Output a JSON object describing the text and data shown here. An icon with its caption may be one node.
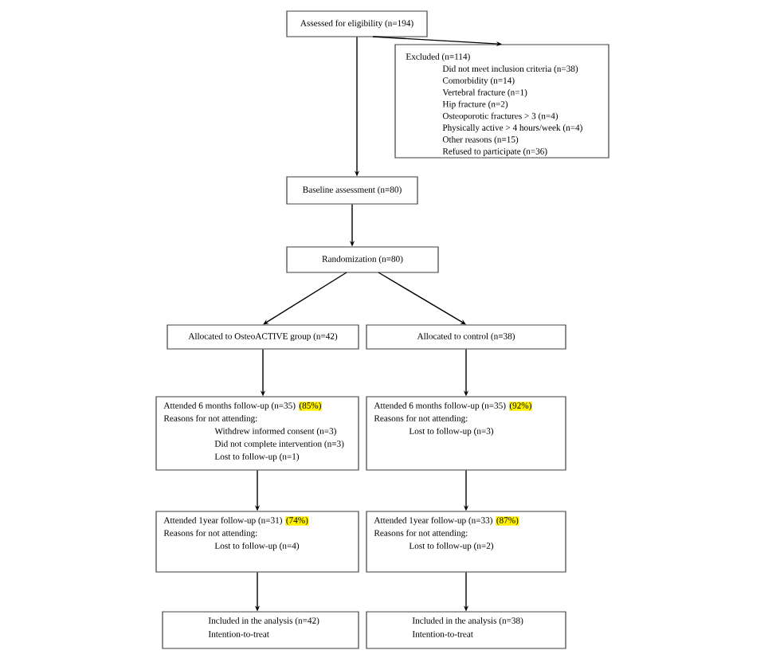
{
  "diagram": {
    "nodes": [
      {
        "text": [
          "Assessed for eligibility (n=194)"
        ]
      },
      {
        "text": [
          "Excluded (n=114)",
          "Did not meet inclusion criteria (n=38)",
          "Comorbidity (n=14)",
          "Vertebral fracture (n=1)",
          "Hip fracture (n=2)",
          "Osteoporotic fractures > 3 (n=4)",
          "Physically active > 4 hours/week (n=4)",
          "Other reasons (n=15)",
          "Refused to participate (n=36)"
        ]
      },
      {
        "text": [
          "Baseline assessment (n=80)"
        ]
      },
      {
        "text": [
          "Randomization (n=80)"
        ]
      },
      {
        "text": [
          "Allocated to OsteoACTIVE group (n=42)"
        ]
      },
      {
        "text": [
          "Allocated to control (n=38)"
        ]
      },
      {
        "text": [
          "Attended 6 months follow-up (n=35)",
          "(85%)",
          "Reasons for not attending:",
          "Withdrew informed consent (n=3)",
          "Did not complete intervention (n=3)",
          "Lost to follow-up (n=1)"
        ]
      },
      {
        "text": [
          "Attended 6 months follow-up (n=35)",
          "(92%)",
          "Reasons for not attending:",
          "Lost to follow-up (n=3)"
        ]
      },
      {
        "text": [
          "Attended 1year follow-up (n=31)",
          "(74%)",
          "Reasons for not attending:",
          "Lost to follow-up (n=4)"
        ]
      },
      {
        "text": [
          "Attended 1year follow-up (n=33)",
          "(87%)",
          "Reasons for not attending:",
          "Lost to follow-up (n=2)"
        ]
      },
      {
        "text": [
          "Included in the analysis (n=42)",
          "Intention-to-treat"
        ]
      },
      {
        "text": [
          "Included in the analysis (n=38)",
          "Intention-to-treat"
        ]
      }
    ],
    "edges": [
      {
        "from": 0,
        "to": 2,
        "arrow": "to"
      },
      {
        "from": 0,
        "to": 1,
        "arrow": "to"
      },
      {
        "from": 2,
        "to": 3,
        "arrow": "to"
      },
      {
        "from": 3,
        "to": 4,
        "arrow": "to"
      },
      {
        "from": 3,
        "to": 5,
        "arrow": "to"
      },
      {
        "from": 4,
        "to": 6,
        "arrow": "to"
      },
      {
        "from": 5,
        "to": 7,
        "arrow": "to"
      },
      {
        "from": 6,
        "to": 8,
        "arrow": "to"
      },
      {
        "from": 7,
        "to": 9,
        "arrow": "to"
      },
      {
        "from": 8,
        "to": 10,
        "arrow": "to"
      },
      {
        "from": 9,
        "to": 11,
        "arrow": "to"
      }
    ]
  }
}
